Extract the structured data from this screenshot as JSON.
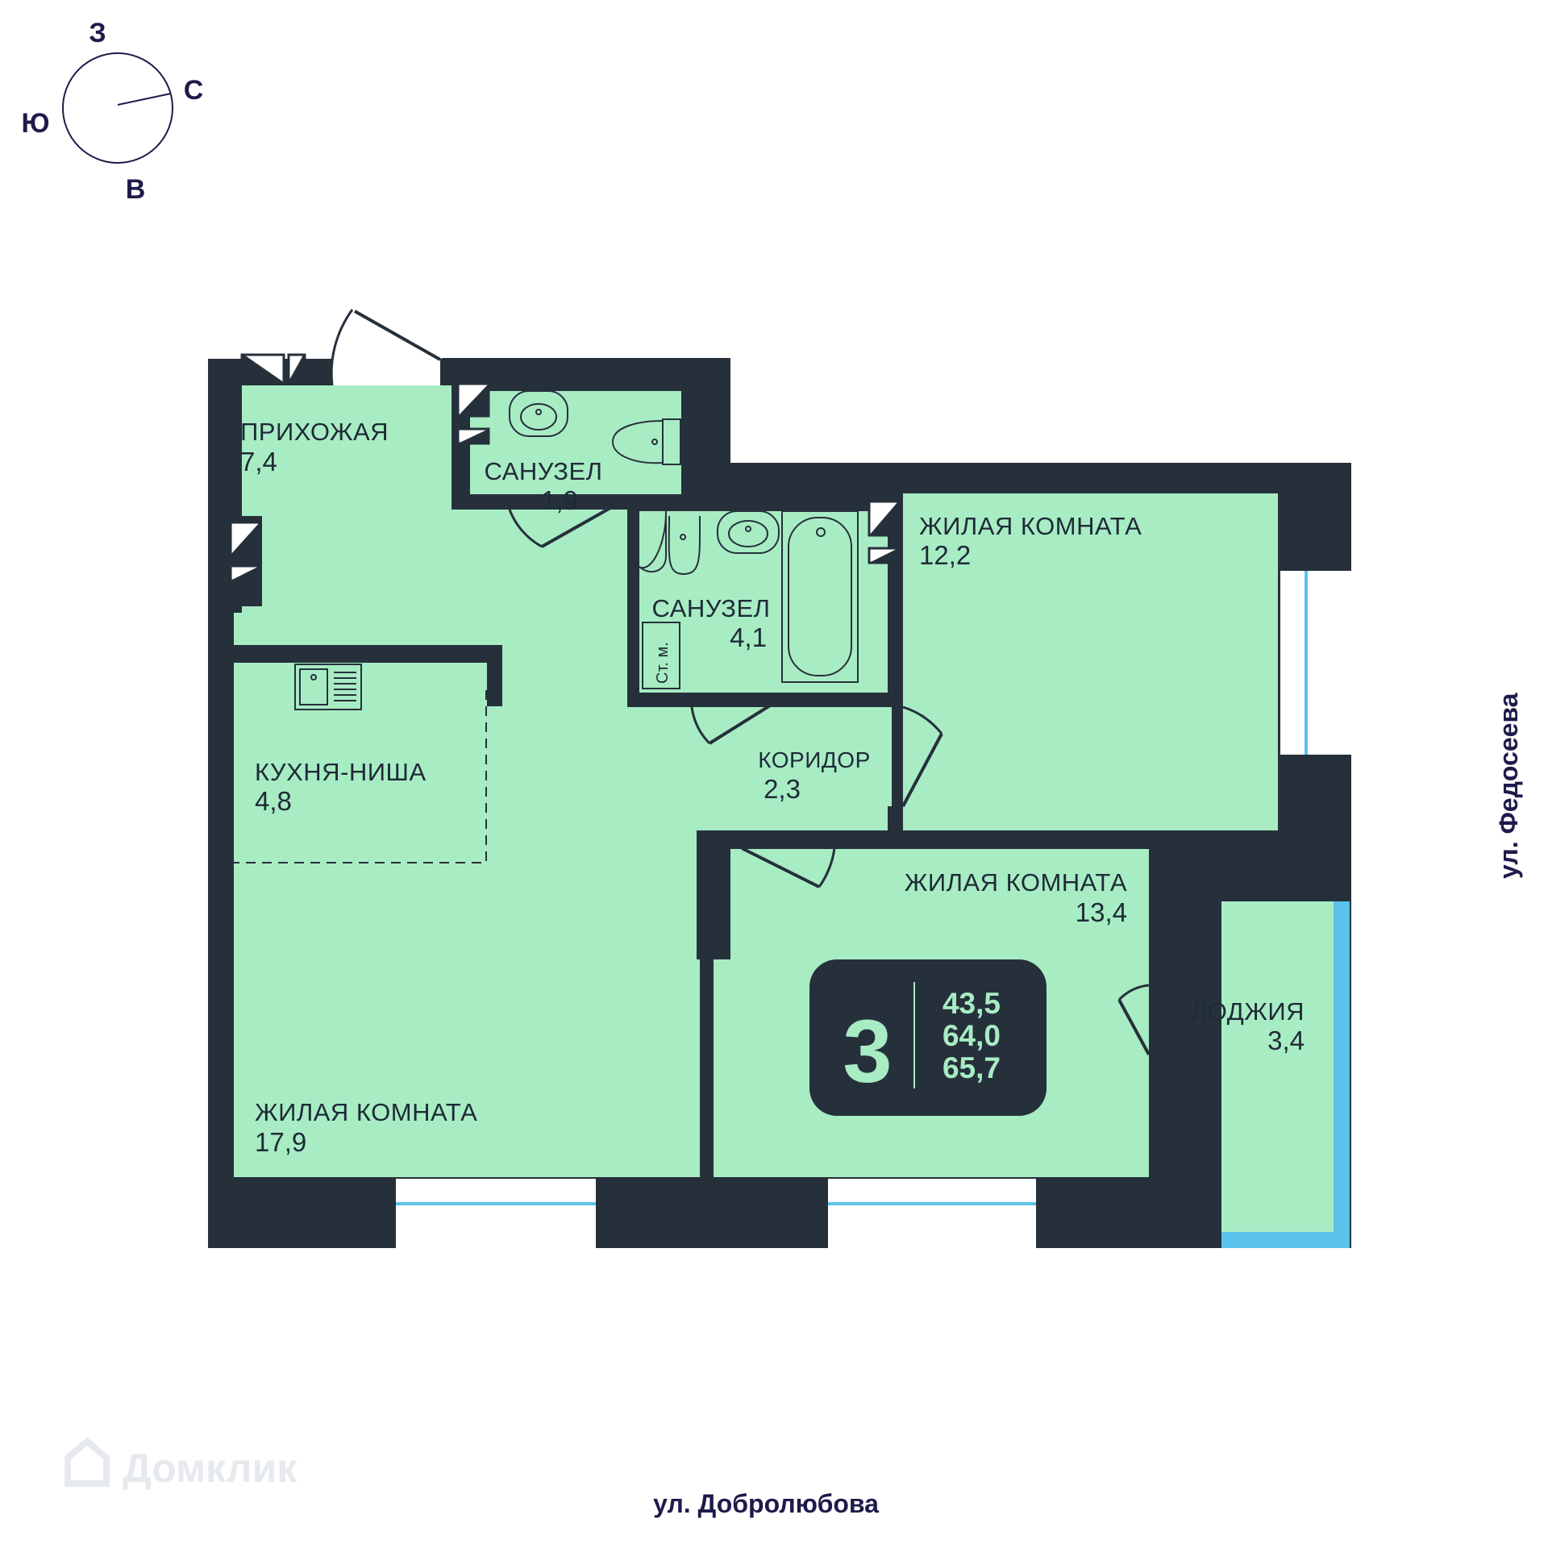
{
  "compass": {
    "north": "С",
    "south": "Ю",
    "east": "В",
    "west": "З"
  },
  "rooms": [
    {
      "name": "ПРИХОЖАЯ",
      "area": "7,4"
    },
    {
      "name": "САНУЗЕЛ",
      "area": "1,9"
    },
    {
      "name": "САНУЗЕЛ",
      "area": "4,1"
    },
    {
      "name": "ЖИЛАЯ КОМНАТА",
      "area": "12,2"
    },
    {
      "name": "КУХНЯ-НИША",
      "area": "4,8"
    },
    {
      "name": "КОРИДОР",
      "area": "2,3"
    },
    {
      "name": "ЖИЛАЯ КОМНАТА",
      "area": "13,4"
    },
    {
      "name": "ЛОДЖИЯ",
      "area": "3,4"
    },
    {
      "name": "ЖИЛАЯ КОМНАТА",
      "area": "17,9"
    }
  ],
  "shaft_label": "Ст. м.",
  "summary": {
    "rooms_count": "3",
    "living_area": "43,5",
    "total_area": "64,0",
    "total_with_loggia": "65,7"
  },
  "streets": {
    "right": "ул. Федосеева",
    "bottom": "ул. Добролюбова"
  },
  "watermark": "Домклик",
  "colors": {
    "room_fill": "#a8ecc4",
    "wall": "#26303b",
    "window_glass": "#5bc3eb",
    "text": "#1e2a38"
  }
}
